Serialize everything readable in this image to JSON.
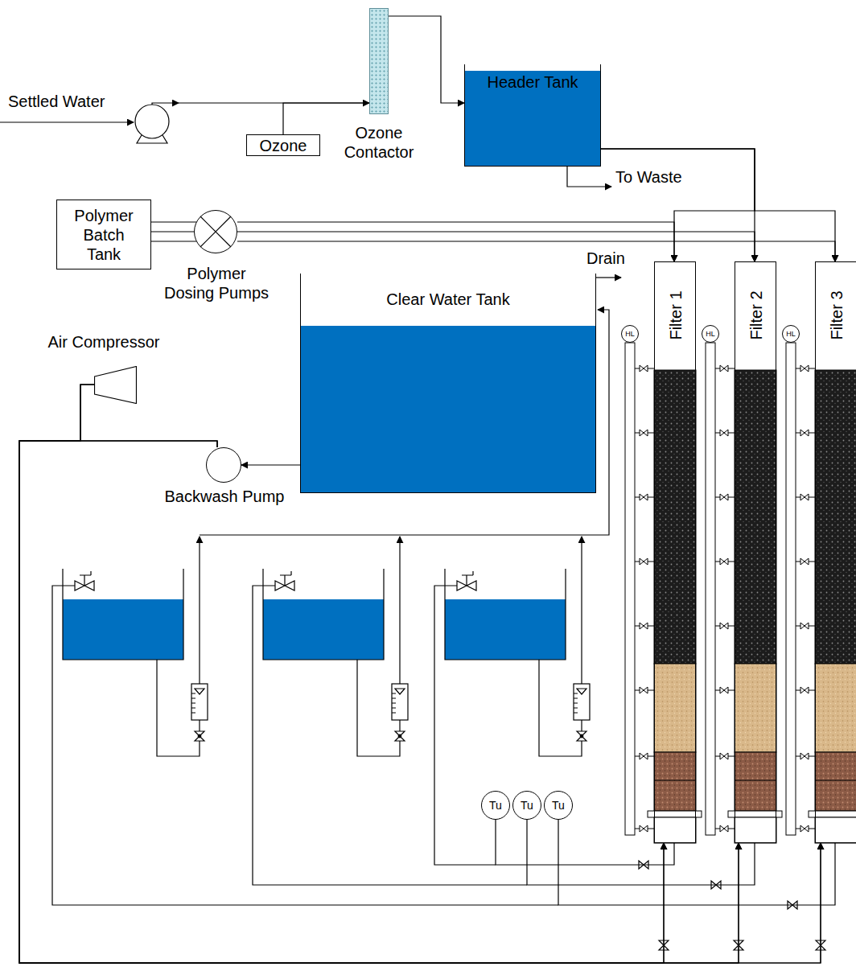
{
  "diagram": {
    "nodes": [
      {
        "text": [
          "Ozone"
        ]
      },
      {
        "text": [
          "Ozone Contactor"
        ]
      },
      {
        "text": [
          "Header Tank"
        ]
      },
      {
        "text": [
          "Polymer Batch Tank"
        ]
      },
      {
        "text": [
          "Polymer Dosing Pumps"
        ]
      },
      {
        "text": [
          "Clear Water Tank"
        ]
      },
      {
        "text": [
          "Air Compressor"
        ]
      },
      {
        "text": [
          "Backwash Pump"
        ]
      },
      {
        "text": [
          "Filter 1"
        ]
      },
      {
        "text": [
          "Filter 2"
        ]
      },
      {
        "text": [
          "Filter 3"
        ]
      },
      {
        "text": [
          "HL"
        ]
      },
      {
        "text": [
          "HL"
        ]
      },
      {
        "text": [
          "HL"
        ]
      },
      {
        "text": [
          "Tu"
        ]
      },
      {
        "text": [
          "Tu"
        ]
      },
      {
        "text": [
          "Tu"
        ]
      }
    ],
    "edges": [
      {
        "from": 0,
        "to": 1,
        "arrow": "to"
      },
      {
        "from": 1,
        "to": 2,
        "arrow": "to"
      },
      {
        "from": 2,
        "to": 8,
        "arrow": "to"
      },
      {
        "from": 2,
        "to": 9,
        "arrow": "to"
      },
      {
        "from": 2,
        "to": 10,
        "arrow": "to"
      },
      {
        "from": 3,
        "to": 4,
        "arrow": "none"
      },
      {
        "from": 4,
        "to": 8,
        "arrow": "to"
      },
      {
        "from": 4,
        "to": 9,
        "arrow": "to"
      },
      {
        "from": 4,
        "to": 10,
        "arrow": "to"
      },
      {
        "from": 5,
        "to": 7,
        "arrow": "to"
      },
      {
        "from": 7,
        "to": 8,
        "arrow": "to"
      },
      {
        "from": 7,
        "to": 9,
        "arrow": "to"
      },
      {
        "from": 7,
        "to": 10,
        "arrow": "to"
      },
      {
        "from": 6,
        "to": 8,
        "arrow": "to"
      },
      {
        "from": 6,
        "to": 9,
        "arrow": "to"
      },
      {
        "from": 6,
        "to": 10,
        "arrow": "to"
      },
      {
        "from": 8,
        "to": 14,
        "arrow": "none"
      },
      {
        "from": 9,
        "to": 15,
        "arrow": "none"
      },
      {
        "from": 10,
        "to": 16,
        "arrow": "none"
      }
    ],
    "labels": [
      "Settled Water",
      "To Waste",
      "Drain"
    ]
  }
}
